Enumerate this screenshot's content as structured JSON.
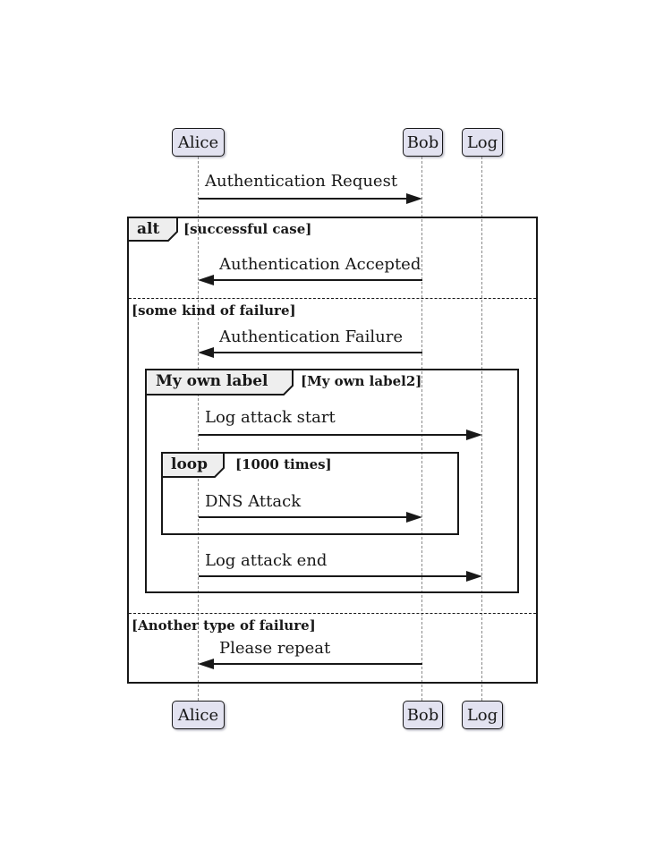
{
  "participants": [
    {
      "name": "Alice"
    },
    {
      "name": "Bob"
    },
    {
      "name": "Log"
    }
  ],
  "messages": [
    {
      "label": "Authentication Request",
      "from": "Alice",
      "to": "Bob"
    },
    {
      "label": "Authentication Accepted",
      "from": "Bob",
      "to": "Alice"
    },
    {
      "label": "Authentication Failure",
      "from": "Bob",
      "to": "Alice"
    },
    {
      "label": "Log attack start",
      "from": "Alice",
      "to": "Log"
    },
    {
      "label": "DNS Attack",
      "from": "Alice",
      "to": "Bob"
    },
    {
      "label": "Log attack end",
      "from": "Alice",
      "to": "Log"
    },
    {
      "label": "Please repeat",
      "from": "Bob",
      "to": "Alice"
    }
  ],
  "frames": {
    "alt": {
      "keyword": "alt",
      "guards": [
        "[successful case]",
        "[some kind of failure]",
        "[Another type of failure]"
      ]
    },
    "custom": {
      "keyword": "My own label",
      "guard": "[My own label2]"
    },
    "loop": {
      "keyword": "loop",
      "guard": "[1000 times]"
    }
  },
  "colors": {
    "participant_fill": "#E2E2F0",
    "frame_label_fill": "#EEEEEE",
    "line": "#181818",
    "lifeline": "#8A8A8A"
  }
}
